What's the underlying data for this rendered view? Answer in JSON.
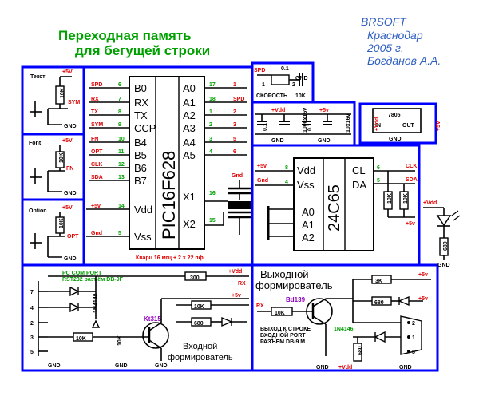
{
  "header": {
    "title_line1": "Переходная память",
    "title_line2": "для бегущей строки",
    "author_line1": "BRSOFT",
    "author_line2": "Краснодар",
    "author_line3": "2005 г.",
    "author_line4": "Богданов А.А."
  },
  "colors": {
    "box": "#0000ff",
    "wire": "#000000",
    "signal": "#e00000",
    "power": "#00a000",
    "title": "#00a000",
    "author": "#3060c0",
    "label": "#9000c0"
  },
  "switches": [
    {
      "name": "Текст",
      "res": "10K",
      "vcc": "+5V",
      "signal": "SYM",
      "gnd": "GND"
    },
    {
      "name": "Font",
      "res": "10K",
      "vcc": "+5V",
      "signal": "FN",
      "gnd": "GND"
    },
    {
      "name": "Option",
      "res": "10K",
      "vcc": "+5V",
      "signal": "OPT",
      "gnd": "GND"
    }
  ],
  "pic": {
    "name": "PIC16F628",
    "left_pins": [
      {
        "sig": "SPD",
        "num": "6",
        "label": "B0"
      },
      {
        "sig": "RX",
        "num": "7",
        "label": "RX"
      },
      {
        "sig": "TX",
        "num": "8",
        "label": "TX"
      },
      {
        "sig": "SYM",
        "num": "9",
        "label": "CCP"
      },
      {
        "sig": "FN",
        "num": "10",
        "label": "B4"
      },
      {
        "sig": "OPT",
        "num": "11",
        "label": "B5"
      },
      {
        "sig": "CLK",
        "num": "12",
        "label": "B6"
      },
      {
        "sig": "SDA",
        "num": "13",
        "label": "B7"
      },
      {
        "sig": "+5v",
        "num": "14",
        "label": "Vdd"
      },
      {
        "sig": "Gnd",
        "num": "5",
        "label": "Vss"
      }
    ],
    "right_pins": [
      {
        "label": "A0",
        "num": "17",
        "sig": "1"
      },
      {
        "label": "A1",
        "num": "18",
        "sig": "SPD"
      },
      {
        "label": "A2",
        "num": "1",
        "sig": "2"
      },
      {
        "label": "A3",
        "num": "2",
        "sig": "3"
      },
      {
        "label": "A4",
        "num": "3",
        "sig": "5"
      },
      {
        "label": "A5",
        "num": "4",
        "sig": "6"
      },
      {
        "label": "X1",
        "num": "16",
        "sig": ""
      },
      {
        "label": "X2",
        "num": "15",
        "sig": ""
      }
    ],
    "quartz_gnd": "Gnd",
    "quartz_note": "Кварц 16 мгц    + 2 х 22 пф"
  },
  "speed_pot": {
    "sig": "SPD",
    "value": "0.1",
    "gnd": "GND",
    "label": "СКОРОСТЬ",
    "res": "10K",
    "pin1": "1",
    "pin2": "2"
  },
  "power": {
    "c1": "0.1",
    "c2": "1000х16v",
    "c3": "0.1",
    "c4": "10х16v",
    "vdd": "+Vdd",
    "v5": "+5v",
    "gnd": "GND",
    "reg": "7805",
    "reg_in": "IN",
    "reg_out": "OUT",
    "vin_left": "+Vdd",
    "vout_right": "+5V"
  },
  "eeprom": {
    "name": "24C65",
    "pin_vdd": "Vdd",
    "pin_vss": "Vss",
    "pin_a0": "A0",
    "pin_a1": "A1",
    "pin_a2": "A2",
    "pin_cl": "CL",
    "pin_da": "DA",
    "vcc_label": "+5v",
    "gnd_label": "Gnd",
    "num_8": "8",
    "num_4": "4",
    "num_6": "6",
    "num_5": "5",
    "clk": "CLK",
    "sda": "SDA",
    "pull1": "10K",
    "pull2": "10K",
    "pull_vcc": "+5v"
  },
  "led": {
    "vdd": "+Vdd",
    "res": "680",
    "gnd": "GND"
  },
  "input_stage": {
    "port_line1": "PC COM PORT",
    "port_line2": "RST232 разъём DB-9F",
    "pins": [
      "7",
      "4",
      "2",
      "3",
      "5"
    ],
    "diode": "1N4148",
    "res_300": "300",
    "res_10k_a": "10K",
    "res_680": "680",
    "res_10k_b": "10K",
    "res_10k_c": "10K",
    "transistor": "Kt315",
    "label_line1": "Входной",
    "label_line2": "формирователь",
    "vdd": "+Vdd",
    "rx": "RX",
    "v5": "+5v",
    "gnd": "GND"
  },
  "output_stage": {
    "label_line1": "Выходной",
    "label_line2": "формирователь",
    "transistor": "Bd139",
    "note_line1": "ВЫХОД К СТРОКЕ",
    "note_line2": "ВХОДНОЙ  PORT",
    "note_line3": "РАЗЪЕМ  DB-9 M",
    "res_3k": "3K",
    "res_680": "680",
    "res_10k": "10K",
    "res_680b": "680",
    "diode": "1N4146",
    "vdd": "+Vdd",
    "v5a": "+5v",
    "v5b": "+5v",
    "rx": "RX",
    "gnd": "GND",
    "pins": [
      "2",
      "1",
      "5"
    ]
  }
}
